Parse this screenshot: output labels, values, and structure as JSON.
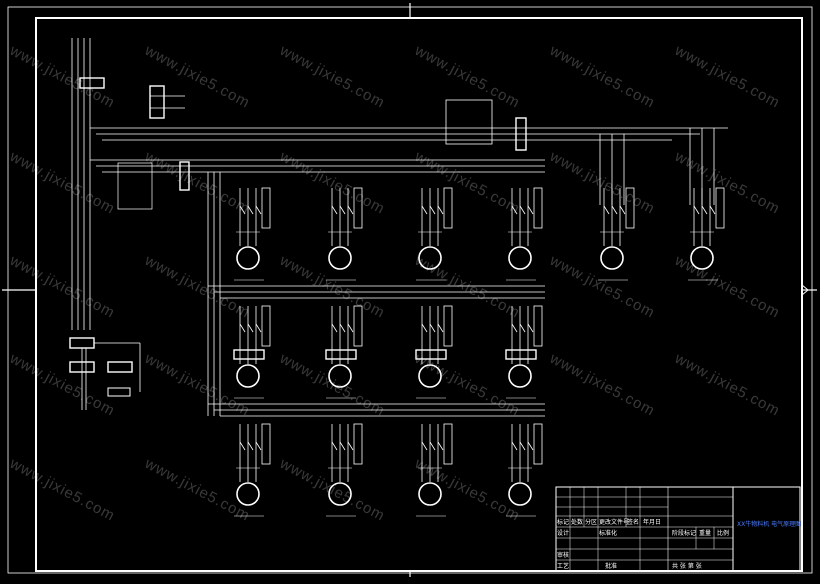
{
  "drawing": {
    "watermark_text": "www.jixie5.com",
    "frame_color": "#ffffff",
    "line_color": "#ffffff",
    "accent_color": "#4a7cff"
  },
  "title_block": {
    "drawing_name": "XX牛物料机 电气原理图",
    "row_labels": [
      "标记",
      "处数",
      "分区",
      "更改文件号",
      "签名",
      "年月日"
    ],
    "design_label": "设计",
    "standard_label": "标准化",
    "stage_label": "阶段标记",
    "weight_label": "重量",
    "scale_label": "比例",
    "review_label": "审核",
    "process_label": "工艺",
    "approve_label": "批准",
    "sheet_label": "共  张  第  张"
  }
}
